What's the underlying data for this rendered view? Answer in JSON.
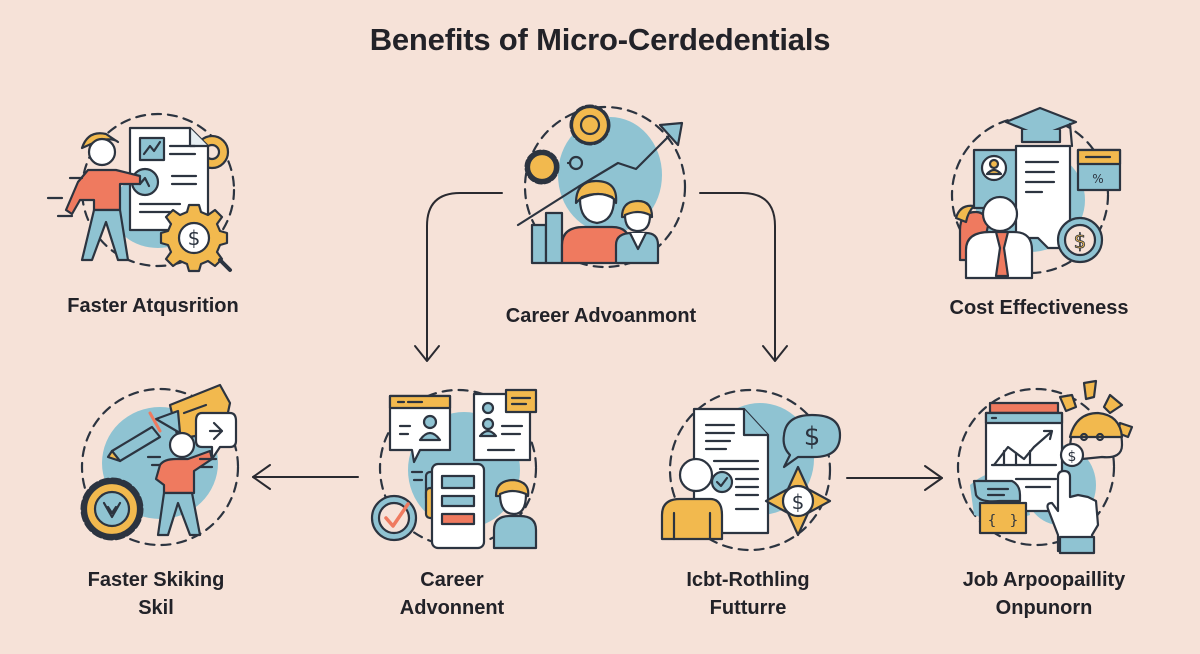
{
  "title": "Benefits of Micro-Cerdedentials",
  "colors": {
    "background": "#f6e2d8",
    "text": "#222228",
    "outline": "#2c3440",
    "accent_blue": "#8fc3d2",
    "accent_yellow": "#f2b94e",
    "accent_red": "#ef7a5f",
    "paper": "#ffffff"
  },
  "nodes": [
    {
      "id": "faster-acquisition",
      "label_lines": [
        "Faster Atqusrition"
      ],
      "icon": "presentation-gear-dollar-icon"
    },
    {
      "id": "career-advancement-top",
      "label_lines": [
        "Career Advoanmont"
      ],
      "icon": "growth-chart-people-icon"
    },
    {
      "id": "cost-effectiveness",
      "label_lines": [
        "Cost Effectiveness"
      ],
      "icon": "graduation-certificate-dollar-icon"
    },
    {
      "id": "faster-skill",
      "label_lines": [
        "Faster Skiking",
        "Skil"
      ],
      "icon": "tools-person-gear-icon"
    },
    {
      "id": "career-advancement-bottom",
      "label_lines": [
        "Career",
        "Advonnent"
      ],
      "icon": "profiles-checklist-icon"
    },
    {
      "id": "future-proofing",
      "label_lines": [
        "Icbt-Rothling",
        "Futturre"
      ],
      "icon": "document-compass-dollar-icon"
    },
    {
      "id": "job-opportunity",
      "label_lines": [
        "Job Arpoopaillity",
        "Onpunorn"
      ],
      "icon": "report-chart-hand-icon"
    }
  ],
  "connectors": [
    {
      "from": "career-advancement-top",
      "to": "career-advancement-bottom",
      "direction": "down-left"
    },
    {
      "from": "career-advancement-top",
      "to": "future-proofing",
      "direction": "down-right"
    },
    {
      "from": "career-advancement-bottom",
      "to": "faster-skill",
      "direction": "left"
    },
    {
      "from": "future-proofing",
      "to": "job-opportunity",
      "direction": "right"
    }
  ]
}
